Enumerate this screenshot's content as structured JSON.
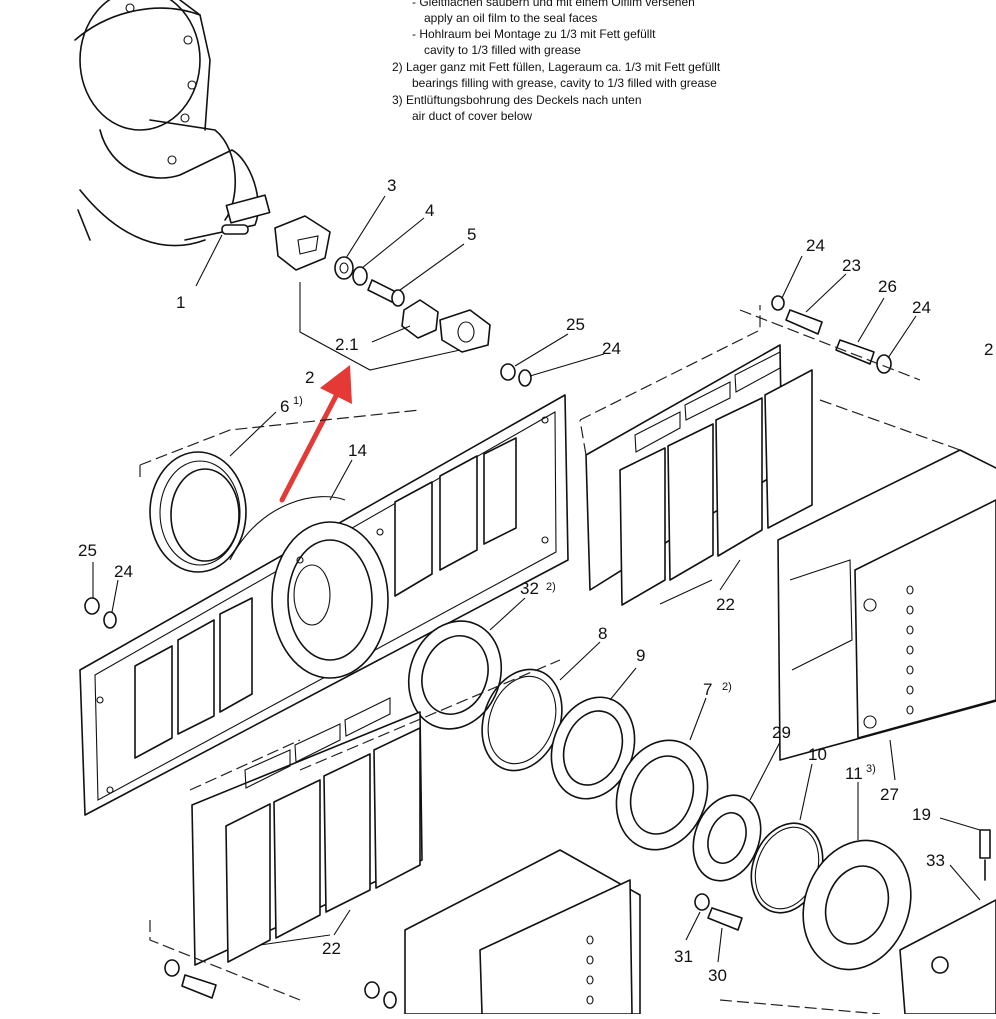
{
  "notes": [
    "- Gleitflächen säubern und mit einem Ölfilm versehen",
    "apply an oil film to the seal faces",
    "- Hohlraum bei Montage zu 1/3 mit Fett gefüllt",
    "cavity to 1/3 filled with grease",
    "2)  Lager ganz mit Fett füllen, Lageraum ca. 1/3 mit  Fett gefüllt",
    "bearings filling with grease, cavity to 1/3 filled with grease",
    "3)  Entlüftungsbohrung des Deckels nach unten",
    "air duct of cover below"
  ],
  "labels": {
    "p1": "1",
    "p2": "2",
    "p2_1": "2.1",
    "p3": "3",
    "p4": "4",
    "p5": "5",
    "p6": "6",
    "p6_sup": "1)",
    "p7": "7",
    "p7_sup": "2)",
    "p8": "8",
    "p9": "9",
    "p10": "10",
    "p11": "11",
    "p11_sup": "3)",
    "p14": "14",
    "p19": "19",
    "p22_right": "22",
    "p22_left": "22",
    "p23": "23",
    "p24_top": "24",
    "p24_mid": "24",
    "p24_right": "24",
    "p24_left": "24",
    "p25_mid": "25",
    "p25_left": "25",
    "p26": "26",
    "p27": "27",
    "p29": "29",
    "p30": "30",
    "p31": "31",
    "p32": "32",
    "p32_sup": "2)",
    "p33": "33",
    "p_edge": "2"
  },
  "colors": {
    "arrow": "#e53935",
    "line": "#111111",
    "paper": "#ffffff"
  },
  "icons": {
    "pointer": "red-arrow-icon"
  }
}
